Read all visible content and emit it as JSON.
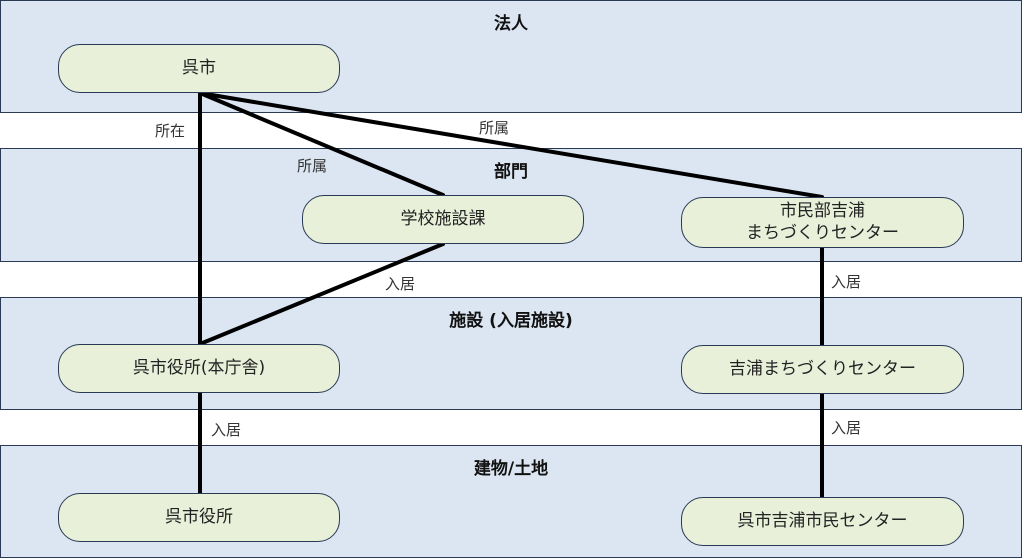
{
  "layers": {
    "corp": "法人",
    "dept": "部門",
    "facility": "施設 (入居施設)",
    "building": "建物/土地"
  },
  "nodes": {
    "kure_city": "呉市",
    "school_facilities": "学校施設課",
    "yoshiura_dept": "市民部吉浦\nまちづくりセンター",
    "city_hall_main": "呉市役所(本庁舎)",
    "yoshiura_center": "吉浦まちづくりセンター",
    "city_hall_building": "呉市役所",
    "yoshiura_citizen_center": "呉市吉浦市民センター"
  },
  "edges": {
    "location": "所在",
    "belongs_to_1": "所属",
    "belongs_to_2": "所属",
    "occupies_1": "入居",
    "occupies_2": "入居",
    "occupies_3": "入居",
    "occupies_4": "入居"
  }
}
